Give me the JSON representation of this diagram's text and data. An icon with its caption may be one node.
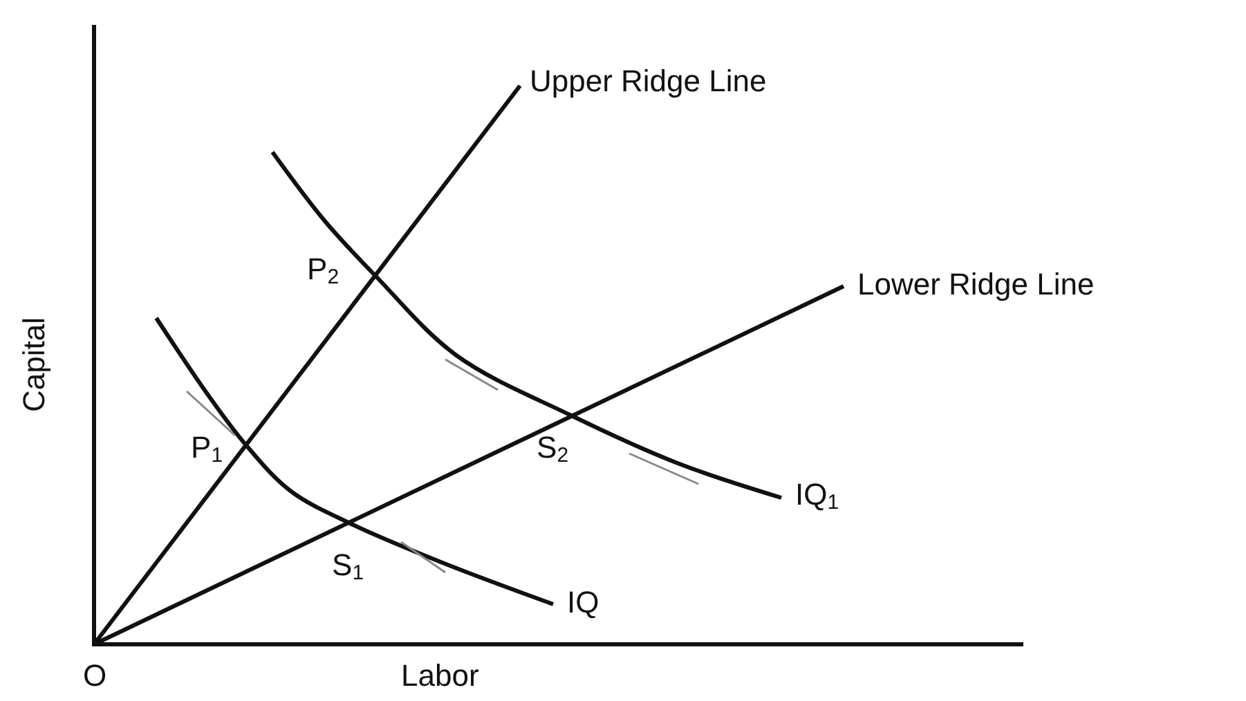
{
  "diagram": {
    "labels": [
      "Upper Ridge Line",
      "Capital",
      "P$_{2}$",
      "Lower Ridge Line",
      "P$_{1}$",
      "S$_{2}$",
      "IQ$_{1}$",
      "S$_{1}$",
      "IQ",
      "O",
      "Labor"
    ]
  }
}
